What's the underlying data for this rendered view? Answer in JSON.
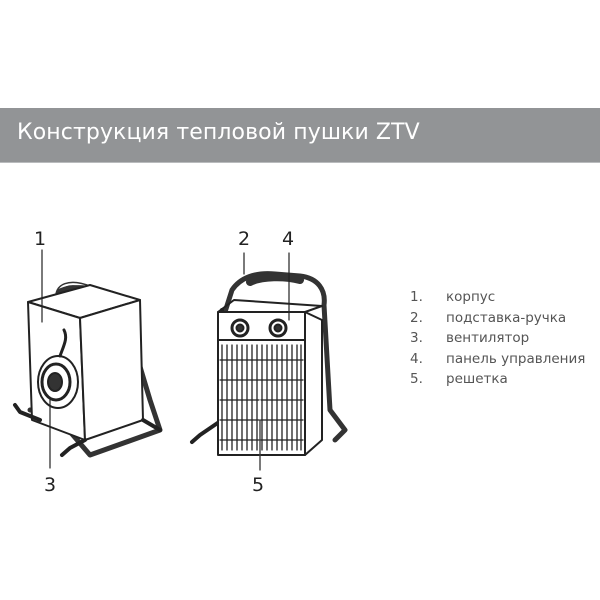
{
  "title": "Конструкция тепловой пушки ZTV",
  "callouts": {
    "c1": "1",
    "c2": "2",
    "c3": "3",
    "c4": "4",
    "c5": "5"
  },
  "legend": [
    {
      "num": "1.",
      "label": "корпус"
    },
    {
      "num": "2.",
      "label": "подставка-ручка"
    },
    {
      "num": "3.",
      "label": "вентилятор"
    },
    {
      "num": "4.",
      "label": "панель управления"
    },
    {
      "num": "5.",
      "label": "решетка"
    }
  ]
}
